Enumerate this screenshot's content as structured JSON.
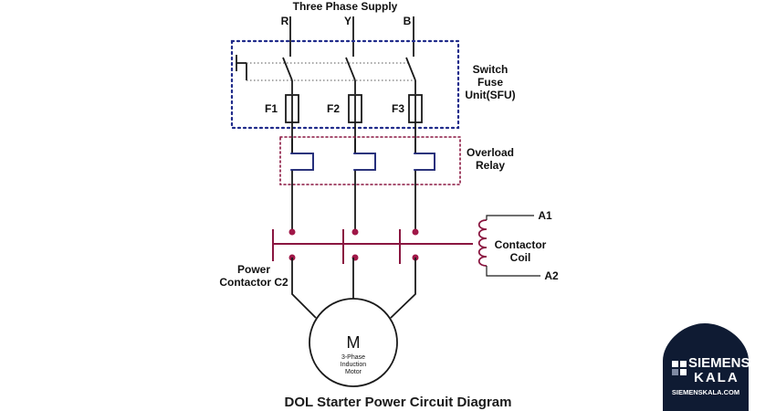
{
  "title": "Three Phase Supply",
  "phases": [
    "R",
    "Y",
    "B"
  ],
  "fuses": [
    "F1",
    "F2",
    "F3"
  ],
  "sfu_label": [
    "Switch",
    "Fuse",
    "Unit(SFU)"
  ],
  "overload_label": [
    "Overload",
    "Relay"
  ],
  "power_contactor_label": [
    "Power",
    "Contactor C2"
  ],
  "contactor_coil_label": [
    "Contactor",
    "Coil"
  ],
  "coil_terminals": [
    "A1",
    "A2"
  ],
  "motor": {
    "symbol": "M",
    "line1": "3-Phase",
    "line2": "Induction",
    "line3": "Motor"
  },
  "caption": "DOL Starter Power Circuit Diagram",
  "brand": {
    "line1": "SIEMENS",
    "line2": "KALA",
    "url": "SIEMENSKALA.COM"
  },
  "colors": {
    "navy_dots": "#1f2a8a",
    "maroon": "#8a1640",
    "badge_bg": "#0f1b33"
  }
}
